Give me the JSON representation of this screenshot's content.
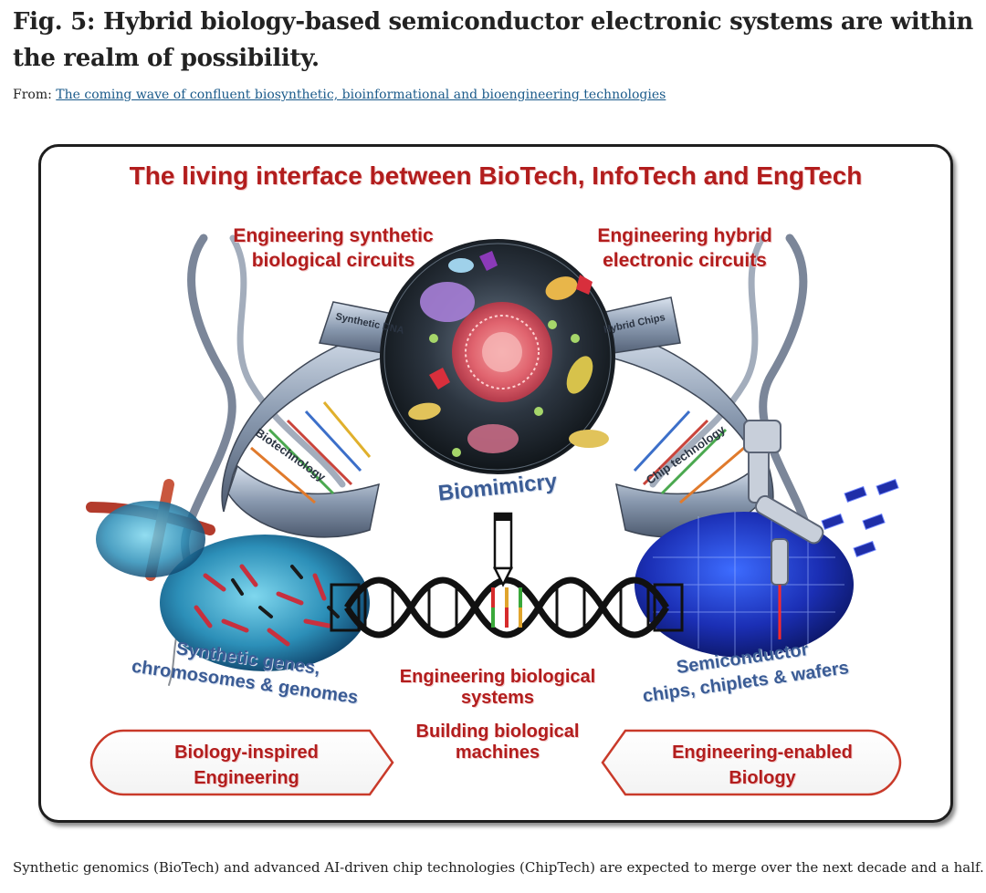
{
  "figure": {
    "title": "Fig. 5: Hybrid biology-based semiconductor electronic systems are within the realm of possibility.",
    "from_label": "From:",
    "from_link": "The coming wave of confluent biosynthetic, bioinformational and bioengineering technologies",
    "caption": "Synthetic genomics (BioTech) and advanced AI-driven chip technologies (ChipTech) are expected to merge over the next decade and a half."
  },
  "illustration": {
    "heading": "The living interface between BioTech, InfoTech and EngTech",
    "eng_synthetic_1": "Engineering synthetic",
    "eng_synthetic_2": "biological circuits",
    "eng_hybrid_1": "Engineering hybrid",
    "eng_hybrid_2": "electronic circuits",
    "ribbon_synthetic_dna": "Synthetic DNA",
    "ribbon_hybrid_chips": "Hybrid Chips",
    "ribbon_biotechnology": "Biotechnology",
    "ribbon_chip_technology": "Chip technology",
    "biomimicry": "Biomimicry",
    "synthetic_genes_1": "Synthetic genes,",
    "synthetic_genes_2": "chromosomes & genomes",
    "semiconductor_1": "Semiconductor",
    "semiconductor_2": "chips, chiplets & wafers",
    "eng_bio_systems_1": "Engineering biological",
    "eng_bio_systems_2": "systems",
    "building_machines_1": "Building biological",
    "building_machines_2": "machines",
    "bio_inspired_1": "Biology-inspired",
    "bio_inspired_2": "Engineering",
    "eng_enabled_1": "Engineering-enabled",
    "eng_enabled_2": "Biology"
  },
  "colors": {
    "heading_red": "#b21d1d",
    "label_blue": "#3b5c95",
    "link_blue": "#1a5a8a"
  }
}
